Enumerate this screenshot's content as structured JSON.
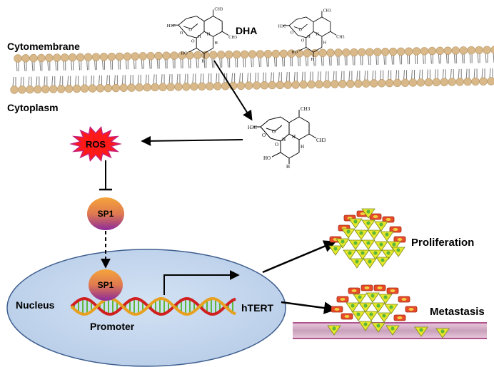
{
  "labels": {
    "dha": "DHA",
    "cytomembrane": "Cytomembrane",
    "cytoplasm": "Cytoplasm",
    "ros": "ROS",
    "sp1_cytoplasm": "SP1",
    "sp1_nucleus": "SP1",
    "nucleus": "Nucleus",
    "promoter": "Promoter",
    "htert": "hTERT",
    "proliferation": "Proliferation",
    "metastasis": "Metastasis"
  },
  "molecule_atoms": {
    "ch3": "CH3",
    "h": "H",
    "o": "O",
    "ho": "HO",
    "h3c": "H3C"
  },
  "colors": {
    "membrane_head": "#d9b98a",
    "membrane_tail": "#7a7a7a",
    "ros_fill": "#ff1a1a",
    "ros_stroke": "#c81e78",
    "sp1_top": "#f4a43a",
    "sp1_bottom": "#8c2a9a",
    "nucleus_fill": "#c6d9f1",
    "nucleus_stroke": "#3f5f8f",
    "dna_a": "#e8a020",
    "dna_b": "#d02020",
    "dna_rung": "#5db83a",
    "cell_yellow": "#e8e82a",
    "cell_red": "#e84a2a",
    "vessel": "#d2a8c8"
  },
  "icons": {
    "inhibition": "inhibition-bar-icon",
    "activation": "arrow-icon",
    "translocation": "dashed-arrow-icon"
  }
}
